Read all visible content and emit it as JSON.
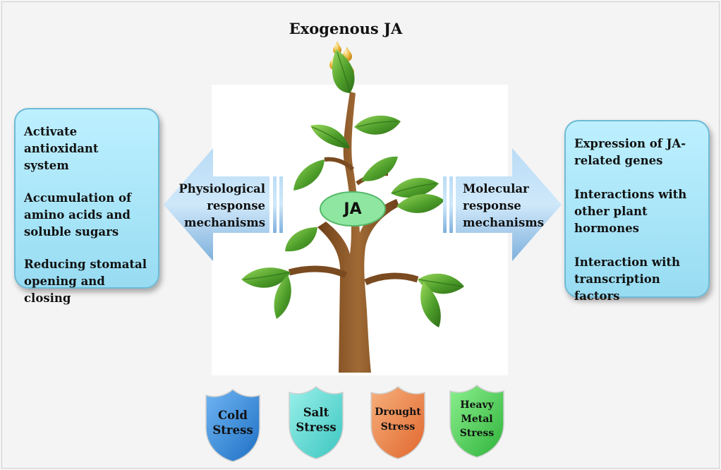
{
  "title": "Exogenous JA",
  "center_label": "JA",
  "left_arrow": {
    "label_lines": [
      "Physiological",
      "response",
      "mechanisms"
    ]
  },
  "right_arrow": {
    "label_lines": [
      "Molecular",
      "response",
      "mechanisms"
    ]
  },
  "left_box": {
    "items": [
      [
        "Activate antioxidant",
        "system"
      ],
      [
        "Accumulation of",
        "amino acids and",
        "soluble sugars"
      ],
      [
        "Reducing stomatal",
        "opening and closing"
      ]
    ]
  },
  "right_box": {
    "items": [
      [
        "Expression of JA-",
        "related genes"
      ],
      [
        "Interactions with",
        "other plant hormones"
      ],
      [
        "Interaction with",
        "transcription factors"
      ]
    ]
  },
  "shields": [
    {
      "lines": [
        "Cold",
        "Stress"
      ],
      "color": "#3d8fe0"
    },
    {
      "lines": [
        "Salt",
        "Stress"
      ],
      "color": "#5fd9d2"
    },
    {
      "lines": [
        "Drought",
        "Stress"
      ],
      "color": "#ef8a4e"
    },
    {
      "lines": [
        "Heavy",
        "Metal",
        "Stress"
      ],
      "color": "#52d45f"
    }
  ],
  "colors": {
    "box_fill": "#a6e4f7",
    "arrow_fill": "#9cc6ea",
    "trunk": "#8a5526",
    "leaf": "#5aa82e",
    "ja_oval": "#8fe6a0",
    "droplets": "#e9b83a"
  }
}
